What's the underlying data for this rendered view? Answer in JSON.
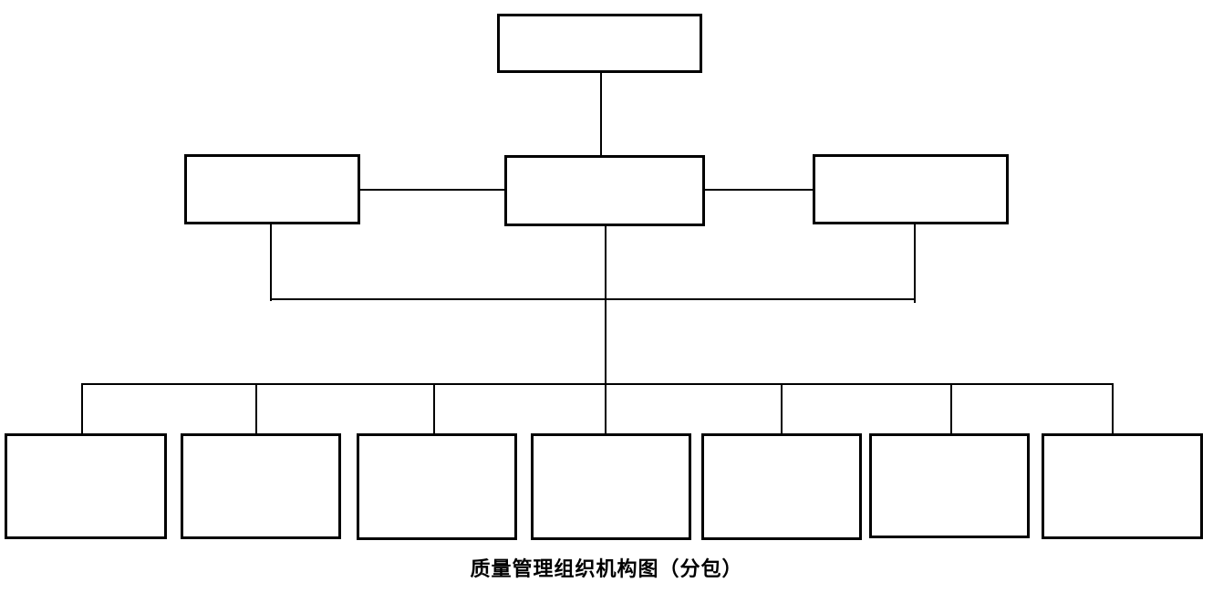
{
  "page": {
    "background_color": "#ffffff"
  },
  "diagram": {
    "type": "org-chart",
    "caption": "质量管理组织机构图（分包）",
    "line_color": "#000000",
    "box_fill_color": "#ffffff",
    "box_border_color": "#000000",
    "nodes": {
      "top": {
        "id": "top",
        "label": ""
      },
      "second_row": [
        {
          "id": "left",
          "label": ""
        },
        {
          "id": "center",
          "label": ""
        },
        {
          "id": "right",
          "label": ""
        }
      ],
      "bottom_row": [
        {
          "id": "bottom-1",
          "label": ""
        },
        {
          "id": "bottom-2",
          "label": ""
        },
        {
          "id": "bottom-3",
          "label": ""
        },
        {
          "id": "bottom-4",
          "label": ""
        },
        {
          "id": "bottom-5",
          "label": ""
        },
        {
          "id": "bottom-6",
          "label": ""
        },
        {
          "id": "bottom-7",
          "label": ""
        }
      ]
    },
    "edges": [
      {
        "from": "top",
        "to": "center"
      },
      {
        "from": "left",
        "to": "center"
      },
      {
        "from": "center",
        "to": "right"
      },
      {
        "from": "left",
        "to": "tie-line"
      },
      {
        "from": "right",
        "to": "tie-line"
      },
      {
        "from": "center",
        "to": "distributor"
      },
      {
        "from": "distributor",
        "to": "bottom-1"
      },
      {
        "from": "distributor",
        "to": "bottom-2"
      },
      {
        "from": "distributor",
        "to": "bottom-3"
      },
      {
        "from": "distributor",
        "to": "bottom-4"
      },
      {
        "from": "distributor",
        "to": "bottom-5"
      },
      {
        "from": "distributor",
        "to": "bottom-6"
      },
      {
        "from": "distributor",
        "to": "bottom-7"
      }
    ]
  }
}
